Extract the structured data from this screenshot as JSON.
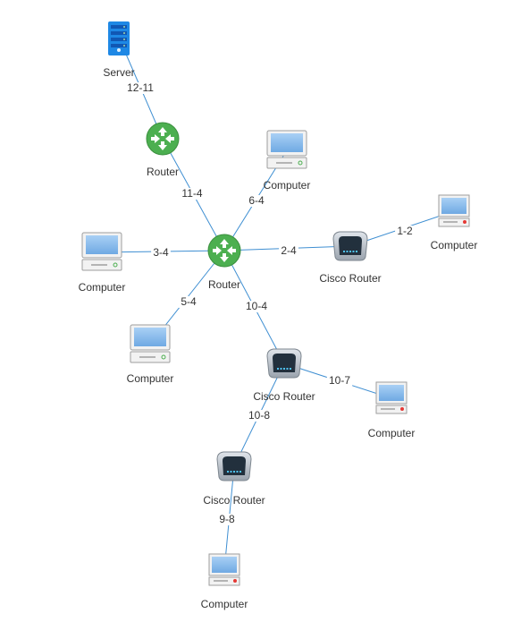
{
  "diagram": {
    "colors": {
      "link": "#3f8fd2",
      "router_green": "#4caf50",
      "server_blue": "#1e88e5",
      "screen_blue": "#7fb6ea"
    },
    "nodes": [
      {
        "id": "server",
        "type": "server",
        "label": "Server"
      },
      {
        "id": "router-top",
        "type": "router",
        "label": "Router"
      },
      {
        "id": "router-center",
        "type": "router",
        "label": "Router"
      },
      {
        "id": "desktop-top",
        "type": "desktop",
        "label": "Computer"
      },
      {
        "id": "desktop-left",
        "type": "desktop",
        "label": "Computer"
      },
      {
        "id": "desktop-bottomleft",
        "type": "desktop",
        "label": "Computer"
      },
      {
        "id": "cisco-right",
        "type": "cisco",
        "label": "Cisco Router"
      },
      {
        "id": "laptop-right",
        "type": "laptop",
        "label": "Computer"
      },
      {
        "id": "cisco-mid",
        "type": "cisco",
        "label": "Cisco Router"
      },
      {
        "id": "laptop-mid",
        "type": "laptop",
        "label": "Computer"
      },
      {
        "id": "cisco-low",
        "type": "cisco",
        "label": "Cisco Router"
      },
      {
        "id": "laptop-bottom",
        "type": "laptop",
        "label": "Computer"
      }
    ],
    "links": [
      {
        "from": "server",
        "to": "router-top",
        "label": "12-11"
      },
      {
        "from": "router-top",
        "to": "router-center",
        "label": "11-4"
      },
      {
        "from": "desktop-top",
        "to": "router-center",
        "label": "6-4"
      },
      {
        "from": "desktop-left",
        "to": "router-center",
        "label": "3-4"
      },
      {
        "from": "desktop-bottomleft",
        "to": "router-center",
        "label": "5-4"
      },
      {
        "from": "cisco-right",
        "to": "router-center",
        "label": "2-4"
      },
      {
        "from": "laptop-right",
        "to": "cisco-right",
        "label": "1-2"
      },
      {
        "from": "cisco-mid",
        "to": "router-center",
        "label": "10-4"
      },
      {
        "from": "laptop-mid",
        "to": "cisco-mid",
        "label": "10-7"
      },
      {
        "from": "cisco-low",
        "to": "cisco-mid",
        "label": "10-8"
      },
      {
        "from": "laptop-bottom",
        "to": "cisco-low",
        "label": "9-8"
      }
    ]
  }
}
